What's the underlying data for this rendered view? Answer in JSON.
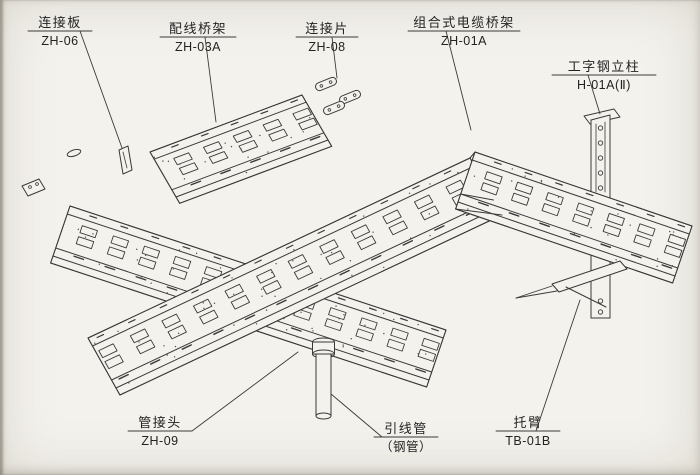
{
  "labels": {
    "connection_plate": {
      "name": "连接板",
      "code": "ZH-06"
    },
    "wiring_tray": {
      "name": "配线桥架",
      "code": "ZH-03A"
    },
    "connection_piece": {
      "name": "连接片",
      "code": "ZH-08"
    },
    "combined_cable_tray": {
      "name": "组合式电缆桥架",
      "code": "ZH-01A"
    },
    "i_beam_column": {
      "name": "工字钢立柱",
      "code": "H-01A(Ⅱ)"
    },
    "pipe_joint": {
      "name": "管接头",
      "code": "ZH-09"
    },
    "lead_pipe": {
      "name": "引线管",
      "code": "（钢管）"
    },
    "support_arm": {
      "name": "托臂",
      "code": "TB-01B"
    }
  },
  "colors": {
    "line": "#3a3a3a",
    "paper": "#f4f2ed"
  }
}
